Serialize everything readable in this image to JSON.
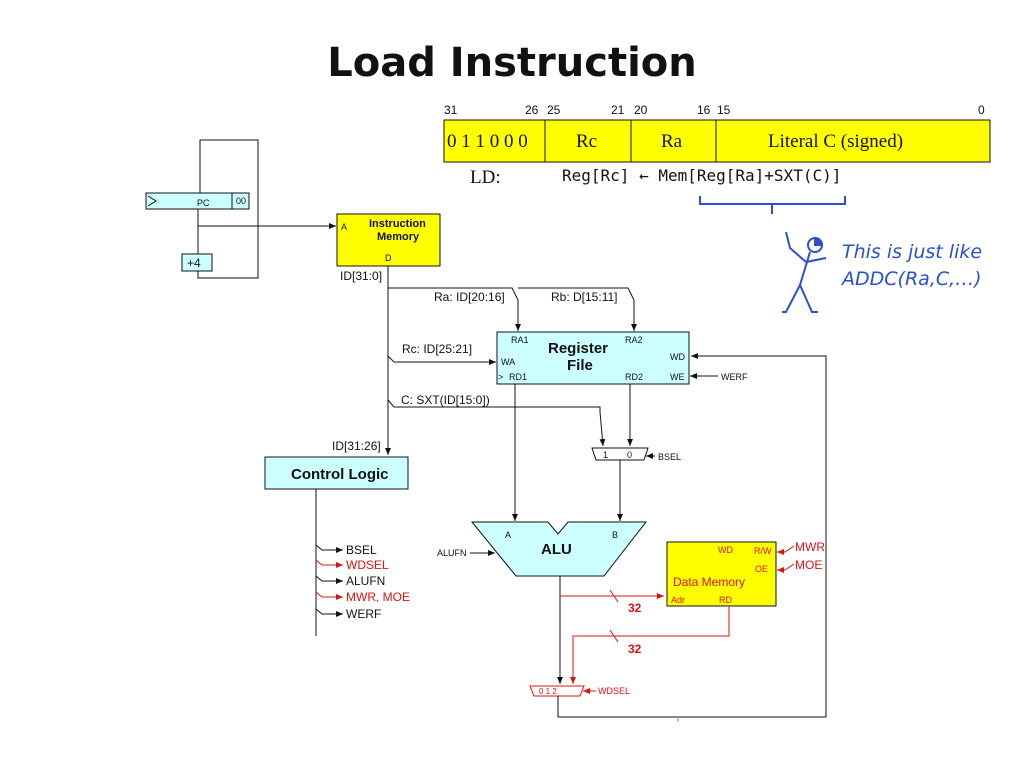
{
  "title": "Load Instruction",
  "instruction_format": {
    "bit_labels": [
      "31",
      "26",
      "25",
      "21",
      "20",
      "16",
      "15",
      "0"
    ],
    "opcode": "0 1 1 0 0 0",
    "field_rc": "Rc",
    "field_ra": "Ra",
    "field_literal": "Literal C (signed)",
    "ld_label": "LD:",
    "ld_semantics": "Reg[Rc] ← Mem[Reg[Ra]+SXT(C)]"
  },
  "note": {
    "line1": "This  is just like",
    "line2": "ADDC(Ra,C,…)"
  },
  "pc": {
    "label": "PC",
    "low_bits": "00",
    "incr": "+4"
  },
  "imem": {
    "title1": "Instruction",
    "title2": "Memory",
    "a": "A",
    "d": "D",
    "out": "ID[31:0]"
  },
  "regfile": {
    "title1": "Register",
    "title2": "File",
    "ra1": "RA1",
    "ra2": "RA2",
    "wa": "WA",
    "wd": "WD",
    "rd1": "RD1",
    "rd2": "RD2",
    "we": "WE",
    "clk": ">",
    "ra_in": "Ra: ID[20:16]",
    "rb_in": "Rb: D[15:11]",
    "rc_in": "Rc: ID[25:21]",
    "werf": "WERF"
  },
  "sxt_label": "C: SXT(ID[15:0])",
  "bsel_mux": {
    "in1": "1",
    "in0": "0",
    "sel": "BSEL"
  },
  "control": {
    "in": "ID[31:26]",
    "title": "Control Logic",
    "outputs": [
      {
        "label": "BSEL",
        "color": "#111111"
      },
      {
        "label": "WDSEL",
        "color": "#e01010"
      },
      {
        "label": "ALUFN",
        "color": "#111111"
      },
      {
        "label": "MWR, MOE",
        "color": "#e01010"
      },
      {
        "label": "WERF",
        "color": "#111111"
      }
    ]
  },
  "alu": {
    "title": "ALU",
    "a": "A",
    "b": "B",
    "fn": "ALUFN"
  },
  "dmem": {
    "title": "Data Memory",
    "wd": "WD",
    "rw": "R/W",
    "oe": "OE",
    "adr": "Adr",
    "rd": "RD",
    "mwr": "MWR",
    "moe": "MOE"
  },
  "bus_widths": [
    "32",
    "32"
  ],
  "wdsel_mux": {
    "inputs": "0  1  2",
    "sel": "WDSEL"
  },
  "colors": {
    "yellow": "#ffff00",
    "cyan": "#ccffff",
    "red": "#e01010",
    "blue": "#2a4fd6"
  }
}
